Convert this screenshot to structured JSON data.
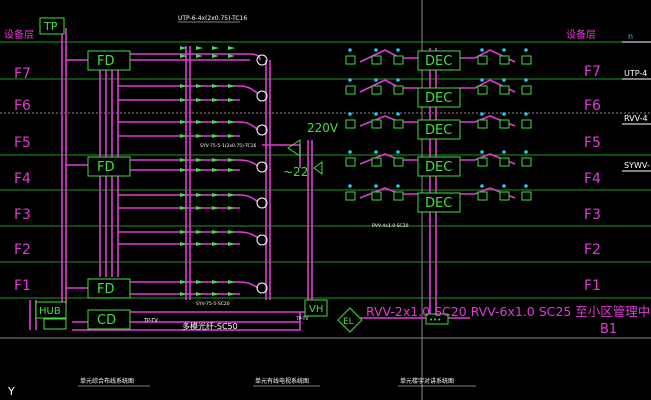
{
  "floors": {
    "equip_left": "设备层",
    "equip_right": "设备层",
    "levels": [
      "F7",
      "F6",
      "F5",
      "F4",
      "F3",
      "F2",
      "F1"
    ],
    "basement": "B1"
  },
  "left_system": {
    "tp_label": "TP",
    "fd_label": "FD",
    "cd_label": "CD",
    "hub_label": "HUB",
    "vh_label": "VH",
    "cable_top": "UTP-6-4x(2x0.75)-TC16",
    "small_labels": [
      "SYV-75-5-1(2x0.75)-TC16",
      "SYV-75-5-SC20",
      "TP-TV",
      "多模光纤-SC50",
      "TP-TV"
    ],
    "voltage_1": "220V",
    "voltage_2": "~22"
  },
  "right_system": {
    "dec_label": "DEC",
    "el_label": "EL",
    "bottom_cable": "RVV-2x1.0 SC20 RVV-6x1.0 SC25 至小区管理中心",
    "small_label": "RVV-4x1.0-SC20"
  },
  "side_labels": [
    "UTP-4",
    "RVV-4",
    "SYWV-"
  ],
  "corner_letter": "Y",
  "captions": [
    "单元综合布线系统图",
    "单元有线电视系统图",
    "单元楼宇对讲系统图"
  ],
  "colors": {
    "floor_line": "#1e9a1e",
    "wire": "#e23ad6",
    "symbol": "#3fe03f",
    "text_green": "#3fe03f",
    "node": "#27c9e8",
    "grid": "#8a8a8a",
    "white": "#ffffff"
  }
}
